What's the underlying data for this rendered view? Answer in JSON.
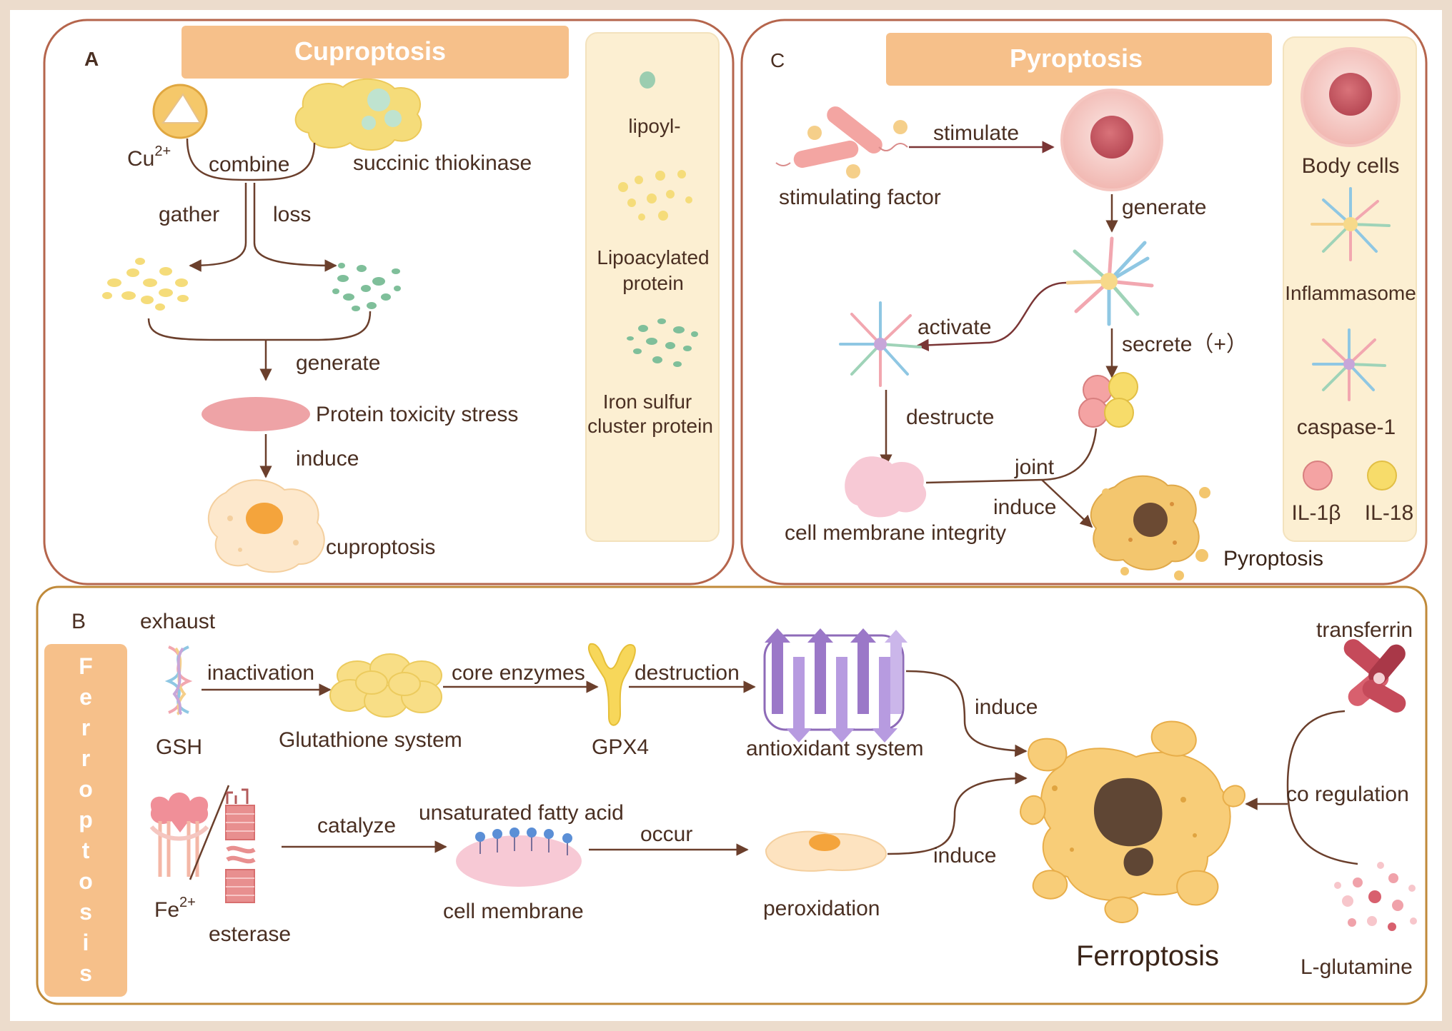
{
  "panels": {
    "a": {
      "letter": "A",
      "title": "Cuproptosis",
      "labels": {
        "cu": "Cu",
        "cu_charge": "2+",
        "combine": "combine",
        "succinic_thiokinase": "succinic thiokinase",
        "gather": "gather",
        "loss": "loss",
        "generate": "generate",
        "protein_toxicity_stress": "Protein toxicity stress",
        "induce": "induce",
        "cuproptosis": "cuproptosis"
      },
      "legend": {
        "lipoyl": "lipoyl-",
        "lipoacylated_1": "Lipoacylated",
        "lipoacylated_2": "protein",
        "iron_sulfur_1": "Iron sulfur",
        "iron_sulfur_2": "cluster protein"
      }
    },
    "c": {
      "letter": "C",
      "title": "Pyroptosis",
      "labels": {
        "stimulate": "stimulate",
        "stimulating_factor": "stimulating factor",
        "generate": "generate",
        "activate": "activate",
        "secrete": "secrete（+）",
        "destructe": "destructe",
        "joint": "joint",
        "induce": "induce",
        "cell_membrane_integrity": "cell membrane integrity",
        "pyroptosis": "Pyroptosis"
      },
      "legend": {
        "body_cells": "Body cells",
        "inflammasome": "Inflammasome",
        "caspase1": "caspase-1",
        "il1b": "IL-1β",
        "il18": "IL-18"
      }
    },
    "b": {
      "letter": "B",
      "side_title": [
        "F",
        "e",
        "r",
        "r",
        "o",
        "p",
        "t",
        "o",
        "s",
        "i",
        "s"
      ],
      "labels": {
        "exhaust": "exhaust",
        "inactivation": "inactivation",
        "gsh": "GSH",
        "glutathione_system": "Glutathione system",
        "core_enzymes": "core enzymes",
        "destruction": "destruction",
        "gpx4": "GPX4",
        "antioxidant_system": "antioxidant system",
        "induce_top": "induce",
        "catalyze": "catalyze",
        "unsaturated_fatty_acid": "unsaturated fatty acid",
        "occur": "occur",
        "fe": "Fe",
        "fe_charge": "2+",
        "esterase": "esterase",
        "cell_membrane": "cell membrane",
        "peroxidation": "peroxidation",
        "induce_bottom": "induce",
        "ferroptosis": "Ferroptosis",
        "transferrin": "transferrin",
        "co_regulation": "co regulation",
        "l_glutamine": "L-glutamine"
      }
    }
  },
  "colors": {
    "background": "#ecdccc",
    "panel_border": "#b5654c",
    "panel_b_border": "#c08a3a",
    "header_fill": "#f6c08a",
    "legend_fill": "#fcefd2",
    "arrow": "#6b3f2c"
  }
}
